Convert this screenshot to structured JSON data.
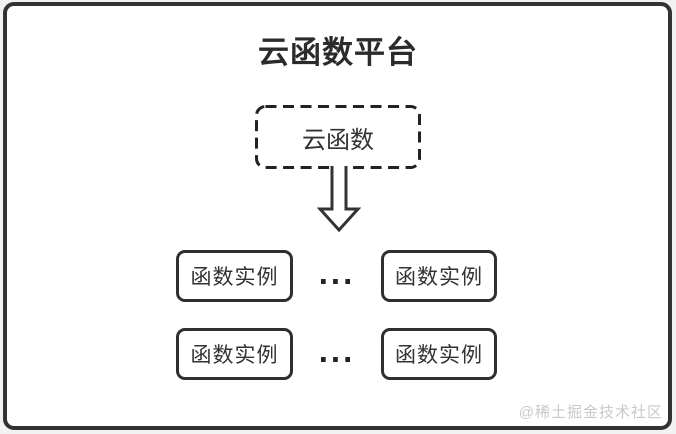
{
  "diagram": {
    "title": "云函数平台",
    "cloud_function": {
      "label": "云函数"
    },
    "arrow_icon": "down-arrow-icon",
    "instances": [
      {
        "label": "函数实例"
      },
      {
        "label": "函数实例"
      },
      {
        "label": "函数实例"
      },
      {
        "label": "函数实例"
      }
    ],
    "ellipsis": "...",
    "watermark": "@稀土掘金技术社区",
    "colors": {
      "outline": "#333333",
      "title_text": "#2b2b2b",
      "node_text": "#333333",
      "watermark_text": "#c9c9c9",
      "panel_bg": "#ffffff",
      "page_bg": "#f2f2f2"
    }
  }
}
